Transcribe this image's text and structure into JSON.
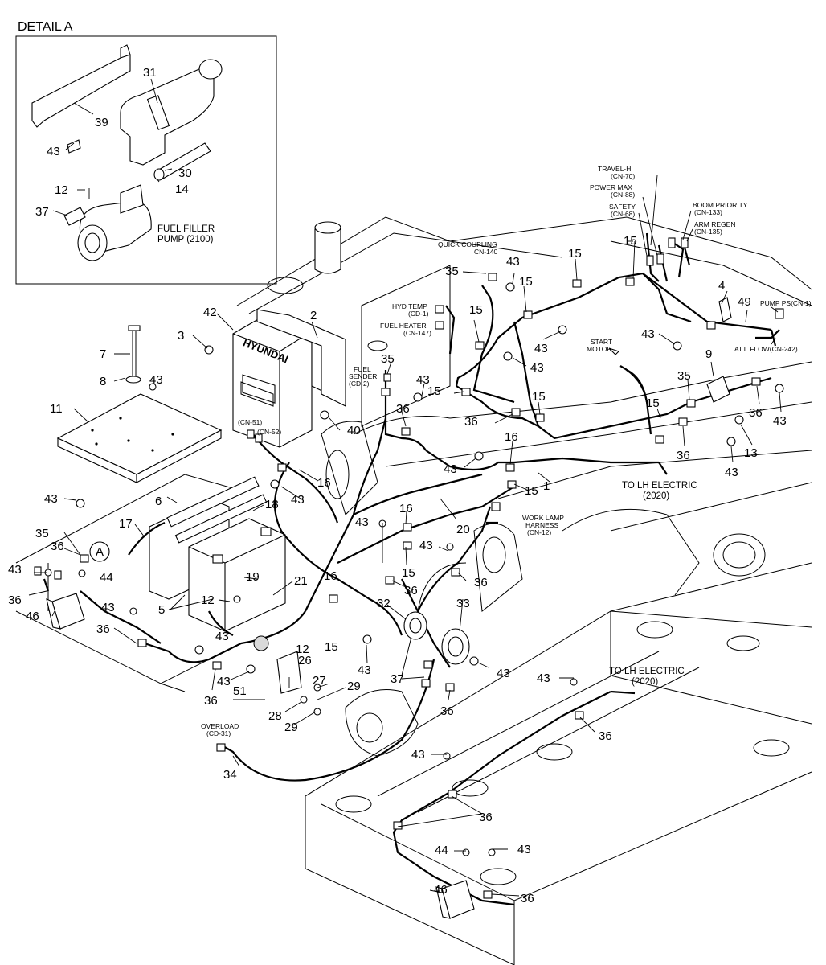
{
  "detail": {
    "title": "DETAIL  A",
    "fuel_filler_pump": [
      "FUEL FILLER",
      "PUMP (2100)"
    ],
    "numbers": {
      "n31": "31",
      "n39": "39",
      "n43": "43",
      "n30": "30",
      "n14": "14",
      "n12": "12",
      "n37": "37"
    }
  },
  "connectors": {
    "travel_hi": [
      "TRAVEL-HI",
      "(CN-70)"
    ],
    "power_max": [
      "POWER MAX",
      "(CN-88)"
    ],
    "safety": [
      "SAFETY",
      "(CN-68)"
    ],
    "boom_priority": [
      "BOOM PRIORITY",
      "(CN-133)"
    ],
    "arm_regen": [
      "ARM REGEN",
      "(CN-135)"
    ],
    "pump_ps": "PUMP PS(CN-1)",
    "att_flow": "ATT. FLOW(CN-242)",
    "quick_coupling": [
      "QUICK COUPLING",
      "CN-140"
    ],
    "hyd_temp": [
      "HYD TEMP",
      "(CD-1)"
    ],
    "fuel_heater": [
      "FUEL HEATER",
      "(CN-147)"
    ],
    "fuel_sender": [
      "FUEL",
      "SENDER",
      "(CD-2)"
    ],
    "start_motor": [
      "START",
      "MOTOR"
    ],
    "cn51": "(CN-51)",
    "cn52": "(CN-52)",
    "to_lh_1": [
      "TO LH ELECTRIC",
      "(2020)"
    ],
    "to_lh_2": [
      "TO LH ELECTRIC",
      "(2020)"
    ],
    "work_lamp": [
      "WORK LAMP",
      "HARNESS",
      "(CN-12)"
    ],
    "overload": [
      "OVERLOAD",
      "(CD-31)"
    ],
    "brand": "HYUNDAI",
    "callout_a": "A"
  },
  "numbers": {
    "c1": "1",
    "c2": "2",
    "c3": "3",
    "c4": "4",
    "c5": "5",
    "c6": "6",
    "c7": "7",
    "c8": "8",
    "c9": "9",
    "c11": "11",
    "c12": "12",
    "c13": "13",
    "c15": "15",
    "c16": "16",
    "c17": "17",
    "c18": "18",
    "c19": "19",
    "c20": "20",
    "c21": "21",
    "c26": "26",
    "c27": "27",
    "c28": "28",
    "c29": "29",
    "c32": "32",
    "c33": "33",
    "c34": "34",
    "c35": "35",
    "c36": "36",
    "c37": "37",
    "c40": "40",
    "c42": "42",
    "c43": "43",
    "c44": "44",
    "c46": "46",
    "c49": "49",
    "c51": "51"
  }
}
